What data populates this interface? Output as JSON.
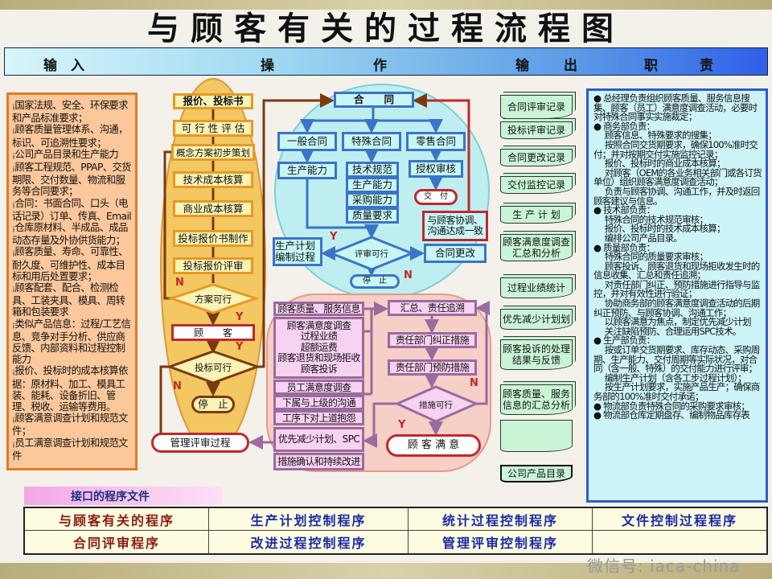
{
  "title": "与顾客有关的过程流程图",
  "header": {
    "input": "输　入",
    "op1": "操",
    "op2": "作",
    "out1": "输",
    "out2": "出",
    "duty1": "职",
    "duty2": "责"
  },
  "inputs": [
    "国家法规、安全、环保要求和产品标准要求；",
    "顾客质量管理体系、沟通，标识、可追溯性要求；",
    "公司产品目录和生产能力",
    "顾客工程规范、PPAP、交货期限、交付数量、物流和服务等合同要求；",
    "合同：书面合同、口头（电话记录）订单、传真、Email",
    "仓库原材料、半成品、成品动态存量及外协供货能力；",
    "顾客质量、寿命、可靠性、耐久度、可维护性、成本目标和用后处置要求；",
    "顾客配套、配合、检测检具、工装夹具、模具、周转箱和包装要求",
    "类似产品信息：过程/工艺信息、竞争对手分析、供应商反馈、内部资料和过程控制能力",
    "报价、投标时的成本核算依据：原材料、加工、模具工装、能耗、设备折旧、管理、税收、运输等费用。",
    "顾客满意调查计划和规范文件；",
    "员工满意调查计划和规范文件"
  ],
  "quote_flow": {
    "start": "报价、投标书",
    "steps": [
      "可 行 性 评 估",
      "概念方案初步策划",
      "技术成本核算",
      "商业成本核算",
      "投标报价书制作",
      "投标报价评审"
    ],
    "decision1": "方案可行",
    "customer": "顾　　客",
    "decision2": "投标可行",
    "stop": "停　止",
    "yes": "Y",
    "no": "N"
  },
  "contract_flow": {
    "contract": "合　　同",
    "types": [
      "一般合同",
      "特殊合同",
      "零售合同"
    ],
    "general_check": "生产能力",
    "special_checks": [
      "技术规范",
      "生产能力",
      "采购能力",
      "质量要求"
    ],
    "retail_check": "授权审核",
    "deliver": "交　付",
    "negotiate": "与顾客协调、沟通达成一致",
    "change": "合同更改",
    "plan": "生产计划编制过程",
    "decision": "评审可行",
    "stop": "停　止",
    "yes": "Y",
    "no": "N"
  },
  "improve_flow": {
    "inputs": [
      "顾客质量、服务信息",
      "顾客满意度调查\n过程业绩\n超额运费\n顾客退货和现场拒收\n顾客投诉",
      "员工满意度调查",
      "下属与上级的沟通",
      "工序下对上道抱怨"
    ],
    "priority": "优先减少计划、SPC",
    "confirm": "措施确认和持续改进",
    "summary": "汇总、责任追溯",
    "corrective": "责任部门纠正措施",
    "preventive": "责任部门预防措施",
    "decision": "措施可行",
    "satisfied": "顾 客 满 意",
    "review": "管理评审过程",
    "yes": "Y",
    "no": "N"
  },
  "outputs": [
    "合同评审记录",
    "投标评审记录",
    "合同更改记录",
    "交付监控记录",
    "生 产 计 划",
    "顾客满意度调查汇总和分析",
    "过程业绩统计",
    "优先减少计划划",
    "顾客投诉的处理结果与反馈",
    "顾客质量、服务信息的汇总分析",
    "",
    "公司产品目录"
  ],
  "duties": [
    {
      "b": true,
      "t": "总经理负责组织顾客质量、服务信息搜集、顾客（员工）满意度调查活动，必要时对特殊合同事实实施裁定；"
    },
    {
      "b": true,
      "t": "商务部负责："
    },
    {
      "b": false,
      "t": "顾客信息、特殊要求的搜集；"
    },
    {
      "b": false,
      "t": "按照合同交货期要求，确保100%准时交付；并对按期交付实施监控记录；"
    },
    {
      "b": false,
      "t": "报价、投标时的商业成本核算；"
    },
    {
      "b": false,
      "t": "对顾客（OEM的各业务相关部门或各订货单位）组织顾客满意度调查活动；"
    },
    {
      "b": false,
      "t": "负责与顾客协调、沟通工作，并及时返回顾客建议与信息。"
    },
    {
      "b": true,
      "t": "技术部负责："
    },
    {
      "b": false,
      "t": "特殊合同的技术规范审核；"
    },
    {
      "b": false,
      "t": "报价、投标时的技术成本核算；"
    },
    {
      "b": false,
      "t": "编排公司产品目录。"
    },
    {
      "b": true,
      "t": "质量部负责："
    },
    {
      "b": false,
      "t": "特殊合同的质量要求审核；"
    },
    {
      "b": false,
      "t": "顾客投诉、顾客退货和现场拒收发生时的信息收集、汇总和责任追溯；"
    },
    {
      "b": false,
      "t": "对责任部门纠正、预防措施进行指导与监控，并对有效性进行验证；"
    },
    {
      "b": false,
      "t": "协助商务部的顾客满意度调查活动的后期纠正预防、与顾客协调、沟通工作；"
    },
    {
      "b": false,
      "t": "以顾客满意为焦点，制定优先减少计划"
    },
    {
      "b": false,
      "t": "关注缺陷预防、合理运用SPC技术。"
    },
    {
      "b": true,
      "t": "生产部负责："
    },
    {
      "b": false,
      "t": "按或订单交货期要求、库存动态、采购周期、生产能力、交付周期等实际状况，对合同（含一般、特殊）的交付能力进行评审；"
    },
    {
      "b": false,
      "t": "编制生产计划（含各工步过程计划）；"
    },
    {
      "b": false,
      "t": "按生产计划要求，实施产品生产；确保商务部的100%准时交付承诺；"
    },
    {
      "b": true,
      "t": "物流部负责特殊合同的采购要求审核；"
    },
    {
      "b": true,
      "t": "物流部仓库定期盘存、编制物品库存表"
    }
  ],
  "interface": {
    "label": "接口的程序文件",
    "docs": [
      "与顾客有关的程序",
      "生产计划控制程序",
      "统计过程控制程序",
      "文件控制过程程序",
      "合同评审程序",
      "改进过程控制程序",
      "管理评审控制程序",
      ""
    ]
  },
  "watermark": "微信号: iaca-china",
  "colors": {
    "input_bg": "#fbc79b",
    "quote_zone": "#f3c04a",
    "contract_zone": "#bfeef0",
    "improve_zone": "#f6cfc6",
    "output_bg": "#c9f4d6",
    "duty_bg": "#cdf4f8",
    "header_blue": "#2f5fe8",
    "reject_red": "#c0282a"
  }
}
